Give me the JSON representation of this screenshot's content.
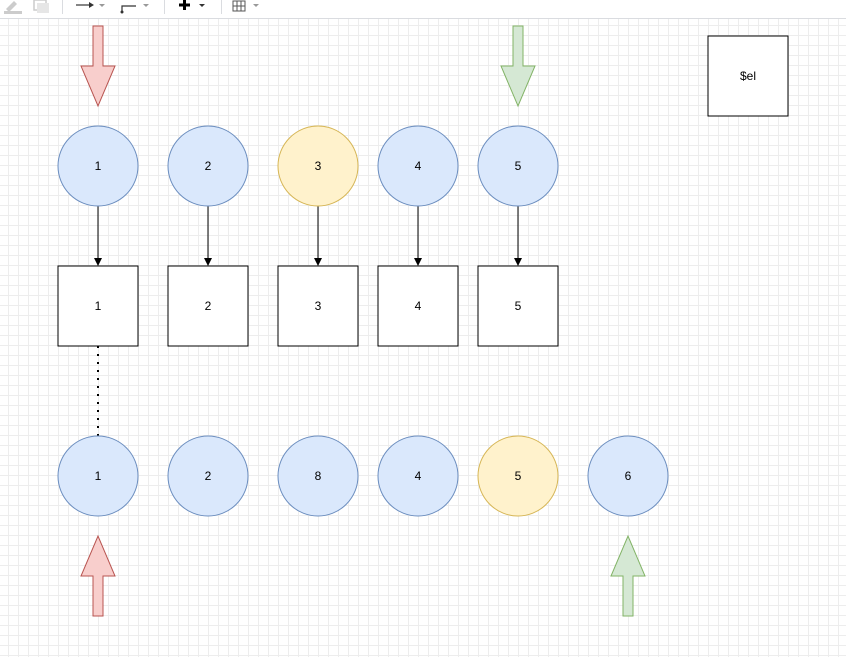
{
  "toolbar": {
    "icons": [
      "fill-color-icon",
      "shadow-icon",
      "connection-arrow-icon",
      "waypoints-icon",
      "insert-plus-icon",
      "table-icon"
    ]
  },
  "diagram": {
    "colors": {
      "blue_fill": "#dae8fc",
      "blue_stroke": "#6c8ebf",
      "yellow_fill": "#fff2cc",
      "yellow_stroke": "#d6b656",
      "red_fill": "#f8cecc",
      "red_stroke": "#b85450",
      "green_fill": "#d5e8d4",
      "green_stroke": "#82b366"
    },
    "top_circles": [
      {
        "label": "1",
        "color": "blue"
      },
      {
        "label": "2",
        "color": "blue"
      },
      {
        "label": "3",
        "color": "yellow"
      },
      {
        "label": "4",
        "color": "blue"
      },
      {
        "label": "5",
        "color": "blue"
      }
    ],
    "squares": [
      {
        "label": "1"
      },
      {
        "label": "2"
      },
      {
        "label": "3"
      },
      {
        "label": "4"
      },
      {
        "label": "5"
      }
    ],
    "bottom_circles": [
      {
        "label": "1",
        "color": "blue"
      },
      {
        "label": "2",
        "color": "blue"
      },
      {
        "label": "8",
        "color": "blue"
      },
      {
        "label": "4",
        "color": "blue"
      },
      {
        "label": "5",
        "color": "yellow"
      },
      {
        "label": "6",
        "color": "blue"
      }
    ],
    "el_box": {
      "label": "$el"
    },
    "pointers": [
      {
        "name": "top-red-arrow",
        "color": "red",
        "direction": "down"
      },
      {
        "name": "top-green-arrow",
        "color": "green",
        "direction": "down"
      },
      {
        "name": "bottom-red-arrow",
        "color": "red",
        "direction": "up"
      },
      {
        "name": "bottom-green-arrow",
        "color": "green",
        "direction": "up"
      }
    ]
  }
}
